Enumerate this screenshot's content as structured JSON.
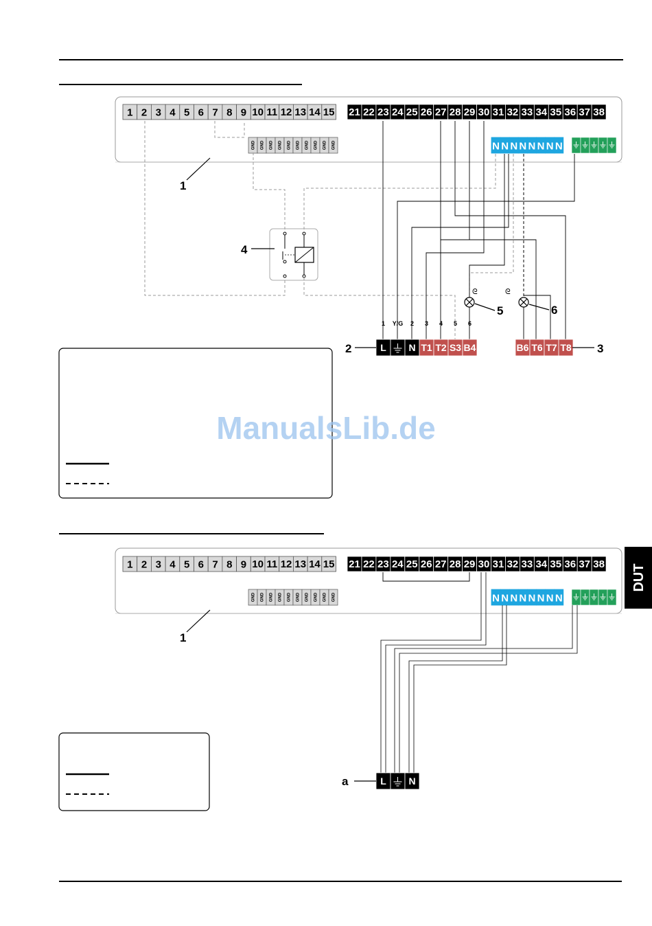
{
  "terminals_low": [
    "1",
    "2",
    "3",
    "4",
    "5",
    "6",
    "7",
    "8",
    "9",
    "10",
    "11",
    "12",
    "13",
    "14",
    "15"
  ],
  "terminals_high": [
    "21",
    "22",
    "23",
    "24",
    "25",
    "26",
    "27",
    "28",
    "29",
    "30",
    "31",
    "32",
    "33",
    "34",
    "35",
    "36",
    "37",
    "38"
  ],
  "gnd_label": "GND",
  "n_label": "N",
  "connector_2": {
    "labels": [
      "L",
      "⏚",
      "N",
      "T1",
      "T2",
      "S3",
      "B4"
    ],
    "wire_labels": [
      "1",
      "Y/G",
      "2",
      "3",
      "4",
      "5",
      "6"
    ]
  },
  "connector_3": {
    "labels": [
      "B6",
      "T6",
      "T7",
      "T8"
    ]
  },
  "connector_a": {
    "labels": [
      "L",
      "⏚",
      "N"
    ]
  },
  "callouts": {
    "c1": "1",
    "c2": "2",
    "c3": "3",
    "c4": "4",
    "c5": "5",
    "c6": "6",
    "ca": "a"
  },
  "watermark": "ManualsLib.de",
  "side_tab": "DUT",
  "colors": {
    "grey_terminal": "#d9d9d9",
    "blue_terminal": "#1ea6e0",
    "green_terminal": "#23a05a",
    "red_terminal": "#c0504d",
    "black": "#000000"
  }
}
